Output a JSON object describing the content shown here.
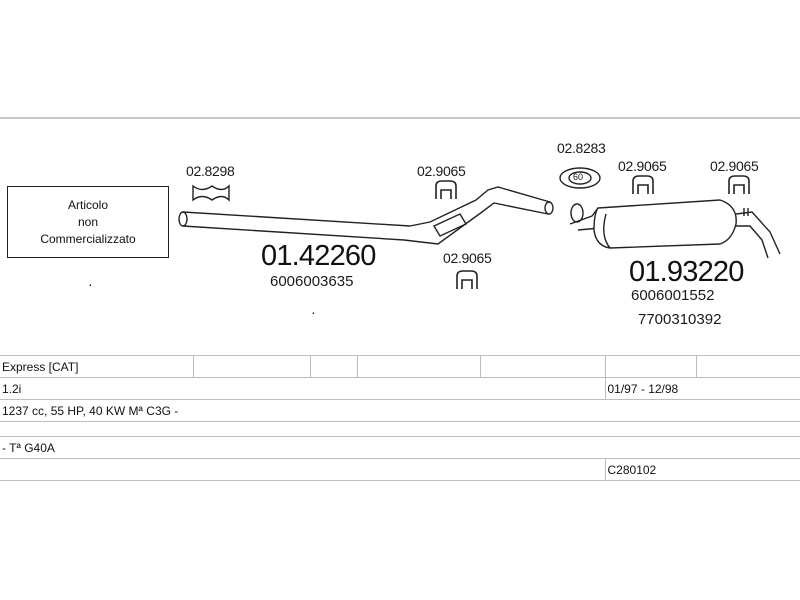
{
  "notice": {
    "line1": "Articolo",
    "line2": "non",
    "line3": "Commercializzato"
  },
  "parts": {
    "clamp_front": "02.8298",
    "front_pipe_main": "01.42260",
    "front_pipe_oem": "6006003635",
    "mount_mid_upper": "02.9065",
    "mount_mid_lower": "02.9065",
    "gasket": "02.8283",
    "gasket_badge": "60",
    "mount_rear_1": "02.9065",
    "mount_rear_2": "02.9065",
    "rear_muffler_main": "01.93220",
    "rear_muffler_oem_1": "6006001552",
    "rear_muffler_oem_2": "7700310392"
  },
  "vehicle": {
    "model": "Express [CAT]",
    "engine": "1.2i",
    "period": "01/97 - 12/98",
    "specs": "1237 cc, 55 HP, 40 KW Mª C3G -",
    "type": "- Tª G40A",
    "catalog_code": "C280102"
  },
  "colors": {
    "line": "#222222",
    "grid": "#bdbdbd"
  }
}
